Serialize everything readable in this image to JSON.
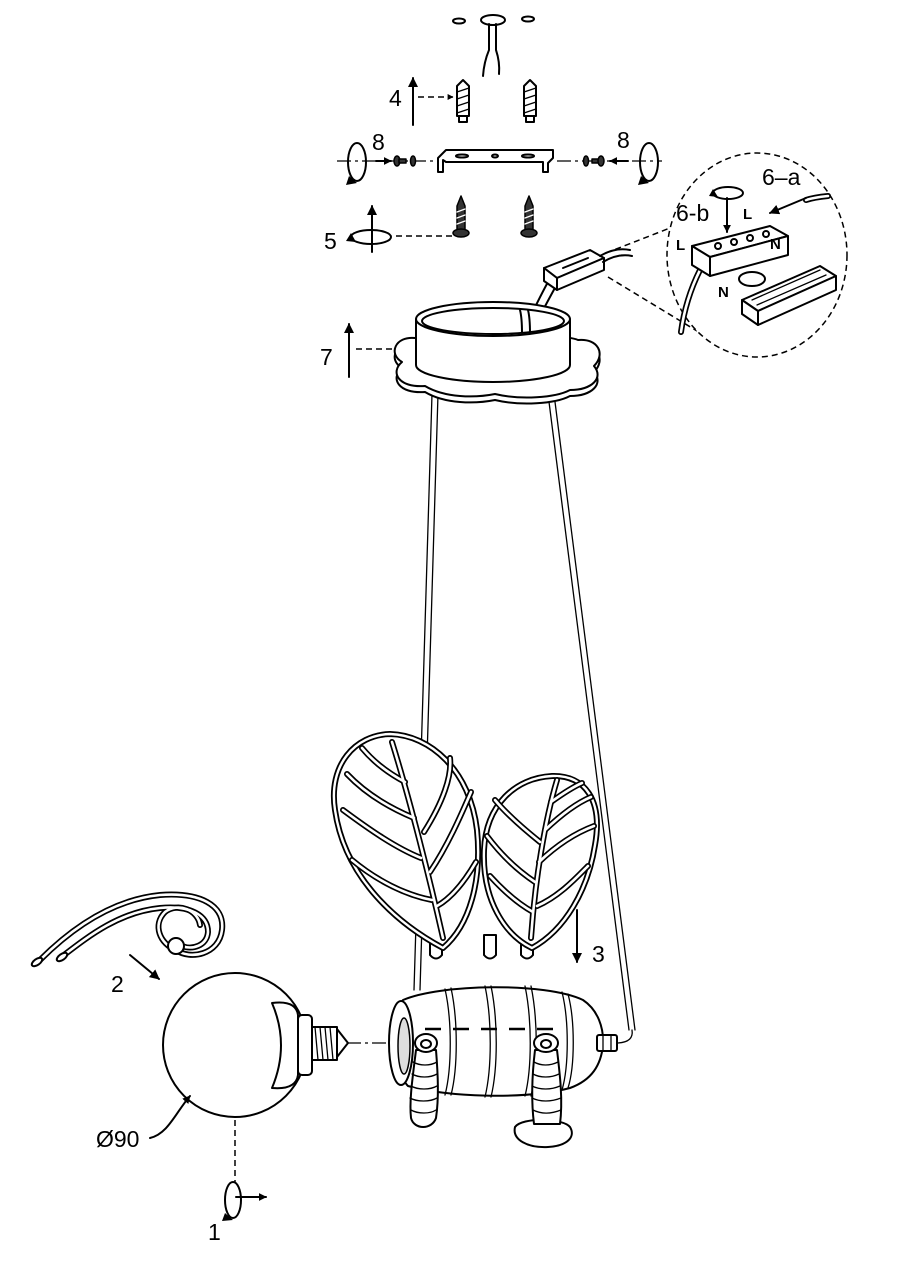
{
  "labels": {
    "step_4": "4",
    "step_8_left": "8",
    "step_8_right": "8",
    "step_6a": "6–a",
    "step_6b": "6-b",
    "terminal_l_top": "L",
    "terminal_l_left": "L",
    "terminal_n_right": "N",
    "terminal_n_bottom": "N",
    "step_5": "5",
    "step_7": "7",
    "step_3": "3",
    "step_2": "2",
    "bulb_diameter": "Ø90",
    "step_1": "1"
  },
  "colors": {
    "line": "#000000",
    "background": "#ffffff"
  }
}
